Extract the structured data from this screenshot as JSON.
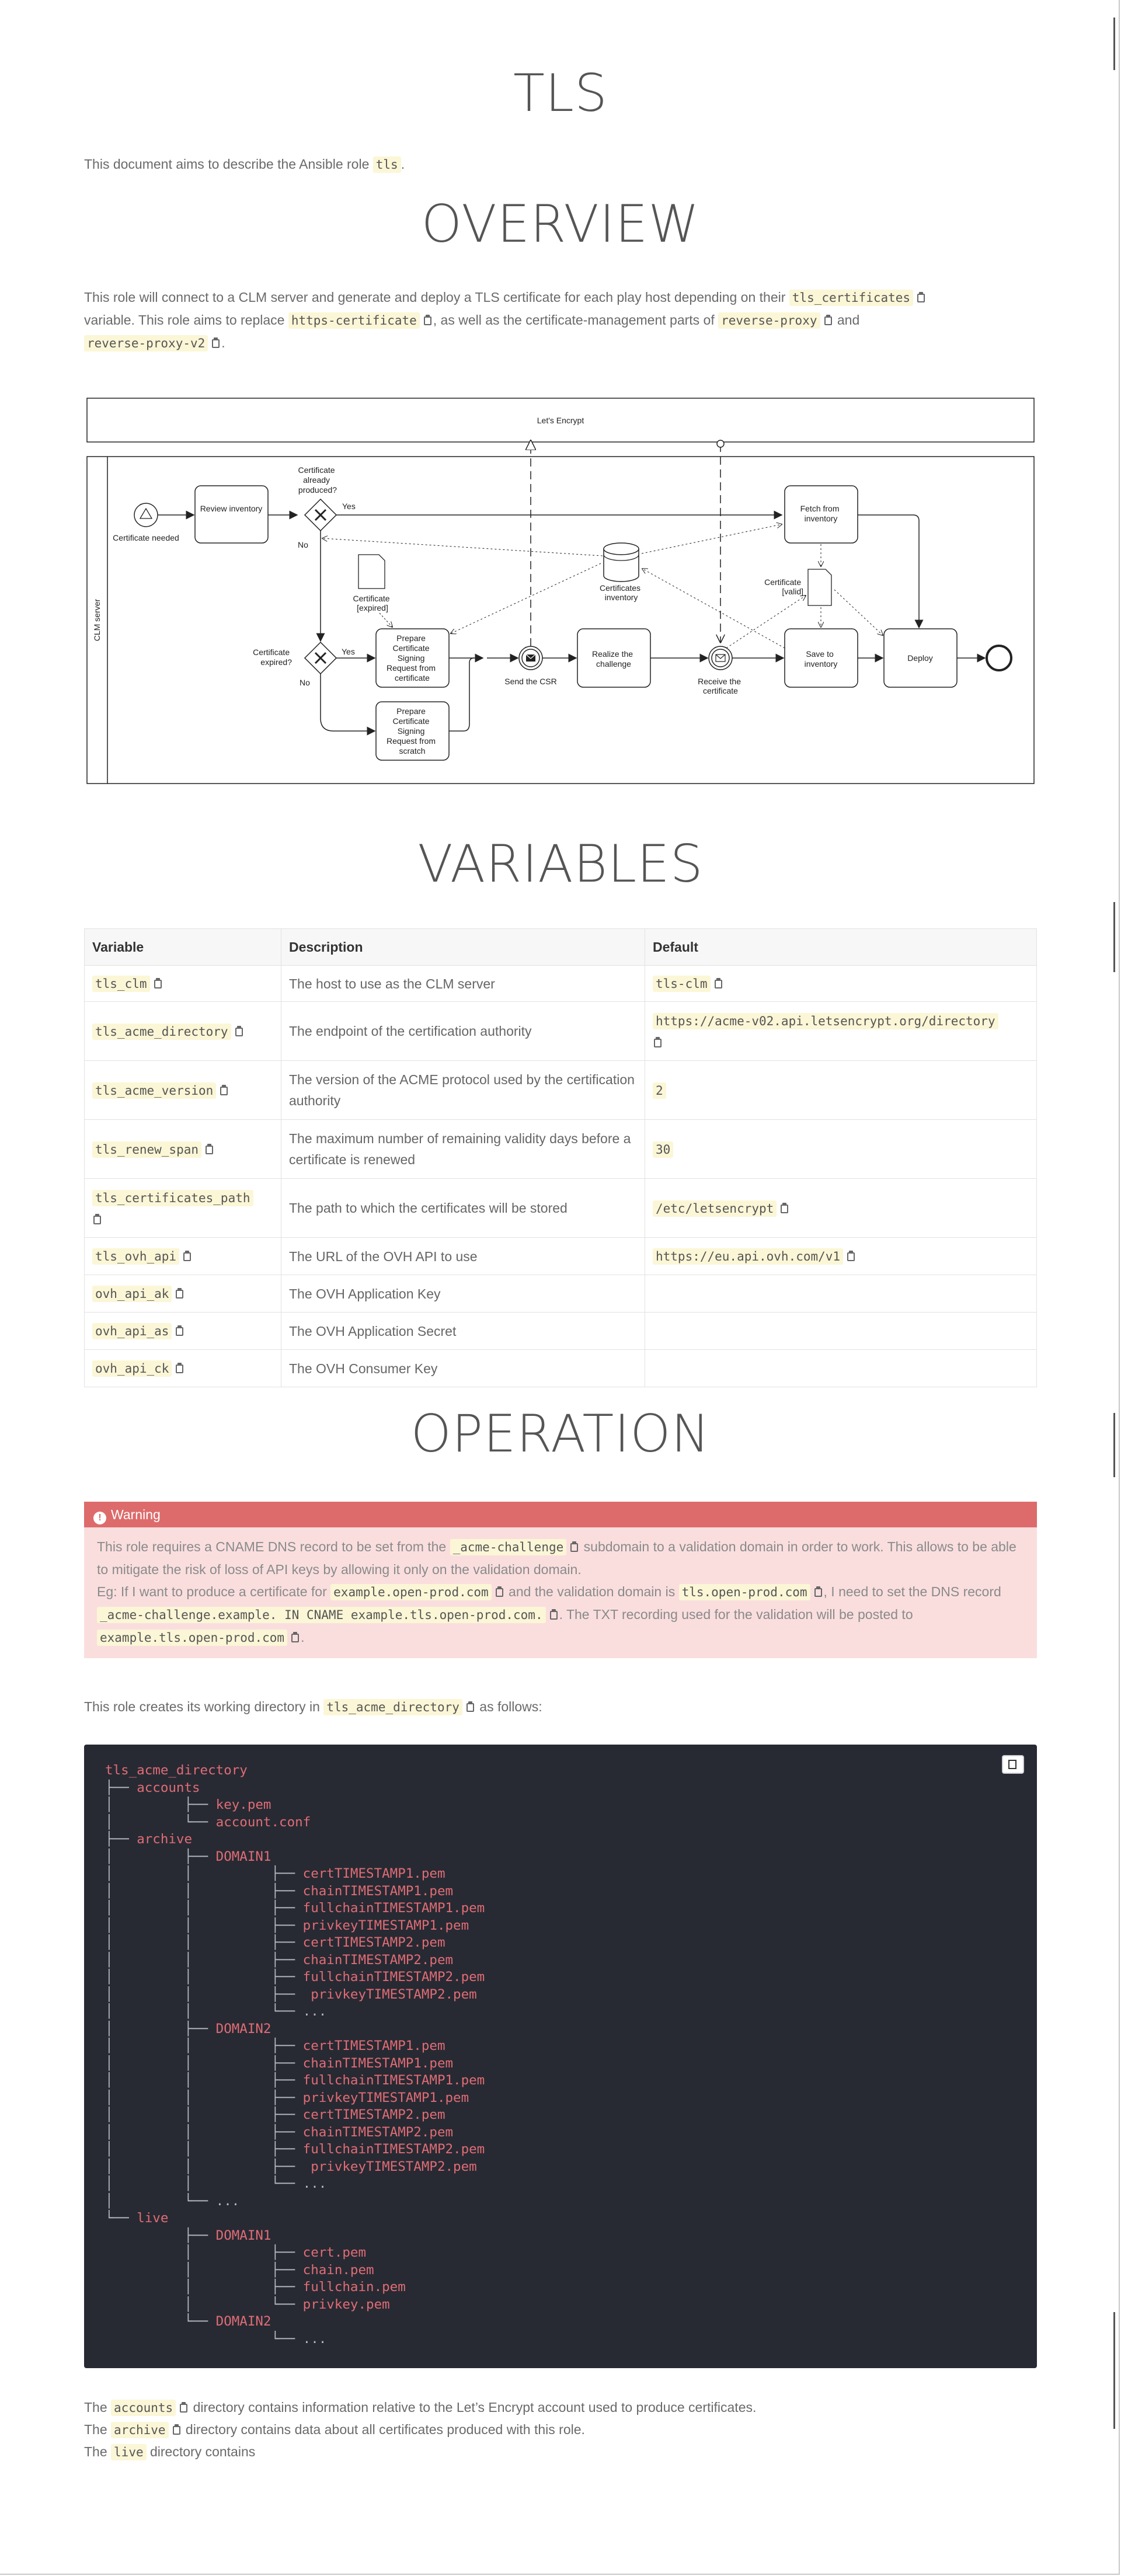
{
  "title": "TLS",
  "intro": {
    "before": "This document aims to describe the Ansible role ",
    "code": "tls",
    "after": "."
  },
  "overview": {
    "heading": "OVERVIEW",
    "p1": "This role will connect to a CLM server and generate and deploy a TLS certificate for each play host depending on their ",
    "p1_code": "tls_certificates",
    "p2": "variable. This role aims to replace ",
    "p2_code": "https-certificate",
    "p3": ", as well as the certificate-management parts of ",
    "p3_code": "reverse-proxy",
    "p4": " and",
    "p5_code": "reverse-proxy-v2",
    "p5": "."
  },
  "diagram": {
    "pool_top": "Let's Encrypt",
    "pool_main": "CLM server",
    "certificate_needed": "Certificate needed",
    "review_inventory": "Review inventory",
    "already_produced": [
      "Certificate",
      "already",
      "produced?"
    ],
    "yes": "Yes",
    "no": "No",
    "certificate_expired_doc": [
      "Certificate",
      "[expired]"
    ],
    "certificate_expired_q": [
      "Certificate",
      "expired?"
    ],
    "prepare_csr_cert": [
      "Prepare",
      "Certificate",
      "Signing",
      "Request from",
      "certificate"
    ],
    "prepare_csr_scratch": [
      "Prepare",
      "Certificate",
      "Signing",
      "Request from",
      "scratch"
    ],
    "send_csr": "Send the CSR",
    "certificates_inventory": [
      "Certificates",
      "inventory"
    ],
    "realize_challenge": [
      "Realize the",
      "challenge"
    ],
    "receive_cert": [
      "Receive the",
      "certificate"
    ],
    "fetch_inventory": [
      "Fetch from",
      "inventory"
    ],
    "certificate_valid": [
      "Certificate",
      "[valid]"
    ],
    "save_inventory": [
      "Save to",
      "inventory"
    ],
    "deploy": "Deploy"
  },
  "variables": {
    "heading": "VARIABLES",
    "headers": [
      "Variable",
      "Description",
      "Default"
    ],
    "rows": [
      {
        "name": "tls_clm",
        "desc": "The host to use as the CLM server",
        "def": "tls-clm"
      },
      {
        "name": "tls_acme_directory",
        "desc": "The endpoint of the certification authority",
        "def": "https://acme-v02.api.letsencrypt.org/directory"
      },
      {
        "name": "tls_acme_version",
        "desc": "The version of the ACME protocol used by the certification authority",
        "def": "2"
      },
      {
        "name": "tls_renew_span",
        "desc": "The maximum number of remaining validity days before a certificate is renewed",
        "def": "30"
      },
      {
        "name": "tls_certificates_path",
        "desc": "The path to which the certificates will be stored",
        "def": "/etc/letsencrypt"
      },
      {
        "name": "tls_ovh_api",
        "desc": "The URL of the OVH API to use",
        "def": "https://eu.api.ovh.com/v1"
      },
      {
        "name": "ovh_api_ak",
        "desc": "The OVH Application Key",
        "def": ""
      },
      {
        "name": "ovh_api_as",
        "desc": "The OVH Application Secret",
        "def": ""
      },
      {
        "name": "ovh_api_ck",
        "desc": "The OVH Consumer Key",
        "def": ""
      }
    ]
  },
  "operation": {
    "heading": "OPERATION",
    "warning_title": "Warning",
    "w1": "This role requires a CNAME DNS record to be set from the ",
    "w1_code": "_acme-challenge",
    "w2": " subdomain to a validation domain in order to work. This allows to be able to mitigate the risk of loss of API keys by allowing it only on the validation domain.",
    "w3": "Eg: If I want to produce a certificate for ",
    "w3_code": "example.open-prod.com",
    "w4": " and the validation domain is ",
    "w4_code": "tls.open-prod.com",
    "w5": ", I need to set the DNS record ",
    "w5_code": "_acme-challenge.example. IN CNAME example.tls.open-prod.com.",
    "w6": ". The TXT recording used for the validation will be posted to ",
    "w6_code": "example.tls.open-prod.com",
    "w7": ".",
    "workdir_before": "This role creates its working directory in ",
    "workdir_code": "tls_acme_directory",
    "workdir_after": " as follows:",
    "tree": [
      [
        "",
        "tls_acme_directory"
      ],
      [
        "├── ",
        "accounts"
      ],
      [
        "│         ├── ",
        "key.pem"
      ],
      [
        "│         └── ",
        "account.conf"
      ],
      [
        "├── ",
        "archive"
      ],
      [
        "│         ├── ",
        "DOMAIN1"
      ],
      [
        "│         │          ├── ",
        "certTIMESTAMP1.pem"
      ],
      [
        "│         │          ├── ",
        "chainTIMESTAMP1.pem"
      ],
      [
        "│         │          ├── ",
        "fullchainTIMESTAMP1.pem"
      ],
      [
        "│         │          ├── ",
        "privkeyTIMESTAMP1.pem"
      ],
      [
        "│         │          ├── ",
        "certTIMESTAMP2.pem"
      ],
      [
        "│         │          ├── ",
        "chainTIMESTAMP2.pem"
      ],
      [
        "│         │          ├── ",
        "fullchainTIMESTAMP2.pem"
      ],
      [
        "│         │          ├── ",
        " privkeyTIMESTAMP2.pem"
      ],
      [
        "│         │          └── ...",
        ""
      ],
      [
        "│         ├── ",
        "DOMAIN2"
      ],
      [
        "│         │          ├── ",
        "certTIMESTAMP1.pem"
      ],
      [
        "│         │          ├── ",
        "chainTIMESTAMP1.pem"
      ],
      [
        "│         │          ├── ",
        "fullchainTIMESTAMP1.pem"
      ],
      [
        "│         │          ├── ",
        "privkeyTIMESTAMP1.pem"
      ],
      [
        "│         │          ├── ",
        "certTIMESTAMP2.pem"
      ],
      [
        "│         │          ├── ",
        "chainTIMESTAMP2.pem"
      ],
      [
        "│         │          ├── ",
        "fullchainTIMESTAMP2.pem"
      ],
      [
        "│         │          ├── ",
        " privkeyTIMESTAMP2.pem"
      ],
      [
        "│         │          └── ...",
        ""
      ],
      [
        "│         └── ...",
        ""
      ],
      [
        "└── ",
        "live"
      ],
      [
        "          ├── ",
        "DOMAIN1"
      ],
      [
        "          │          ├── ",
        "cert.pem"
      ],
      [
        "          │          ├── ",
        "chain.pem"
      ],
      [
        "          │          ├── ",
        "fullchain.pem"
      ],
      [
        "          │          └── ",
        "privkey.pem"
      ],
      [
        "          └── ",
        "DOMAIN2"
      ],
      [
        "                     └── ...",
        ""
      ]
    ],
    "f1a": "The ",
    "f1_code": "accounts",
    "f1b": " directory contains information relative to the Let’s Encrypt account used to produce certificates.",
    "f2a": "The ",
    "f2_code": "archive",
    "f2b": " directory contains data about all certificates produced with this role.",
    "f3a": "The ",
    "f3_code": "live",
    "f3b": " directory contains"
  }
}
